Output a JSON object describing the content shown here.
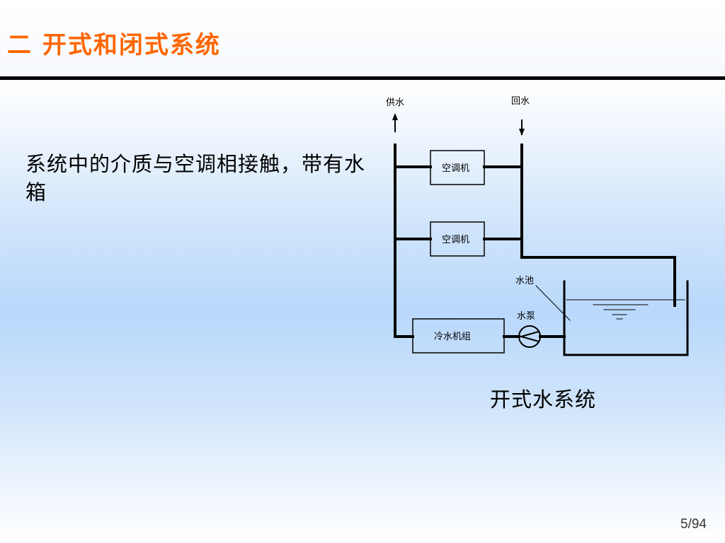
{
  "slide": {
    "title": "二 开式和闭式系统",
    "body_text": "系统中的介质与空调相接触，带有水箱",
    "caption": "开式水系统",
    "page_number": "5/94"
  },
  "diagram": {
    "labels": {
      "supply": "供水",
      "return": "回水",
      "ahu_top": "空调机",
      "ahu_middle": "空调机",
      "chiller": "冷水机组",
      "pump": "水泵",
      "tank": "水池"
    }
  },
  "colors": {
    "title": "#ff6600",
    "divider": "#000000",
    "pipe": "#000000"
  }
}
